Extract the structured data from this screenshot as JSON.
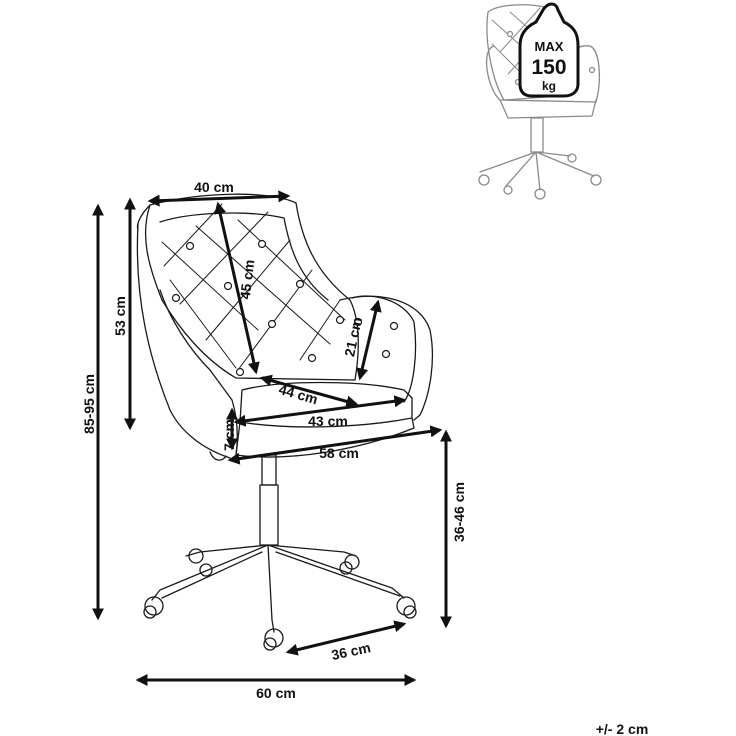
{
  "thumbnail": {
    "max_label": "MAX",
    "weight_value": "150",
    "weight_unit": "kg"
  },
  "dimensions": {
    "overall_height": "85-95 cm",
    "backrest_height": "53 cm",
    "backrest_width": "40 cm",
    "backrest_diag": "45 cm",
    "armrest_height": "21 cm",
    "seat_depth": "44 cm",
    "seat_width": "43 cm",
    "seat_thickness": "7 cm",
    "overall_width": "58 cm",
    "seat_height": "36-46 cm",
    "base_span": "36 cm",
    "overall_depth": "60 cm"
  },
  "tolerance": "+/- 2 cm"
}
